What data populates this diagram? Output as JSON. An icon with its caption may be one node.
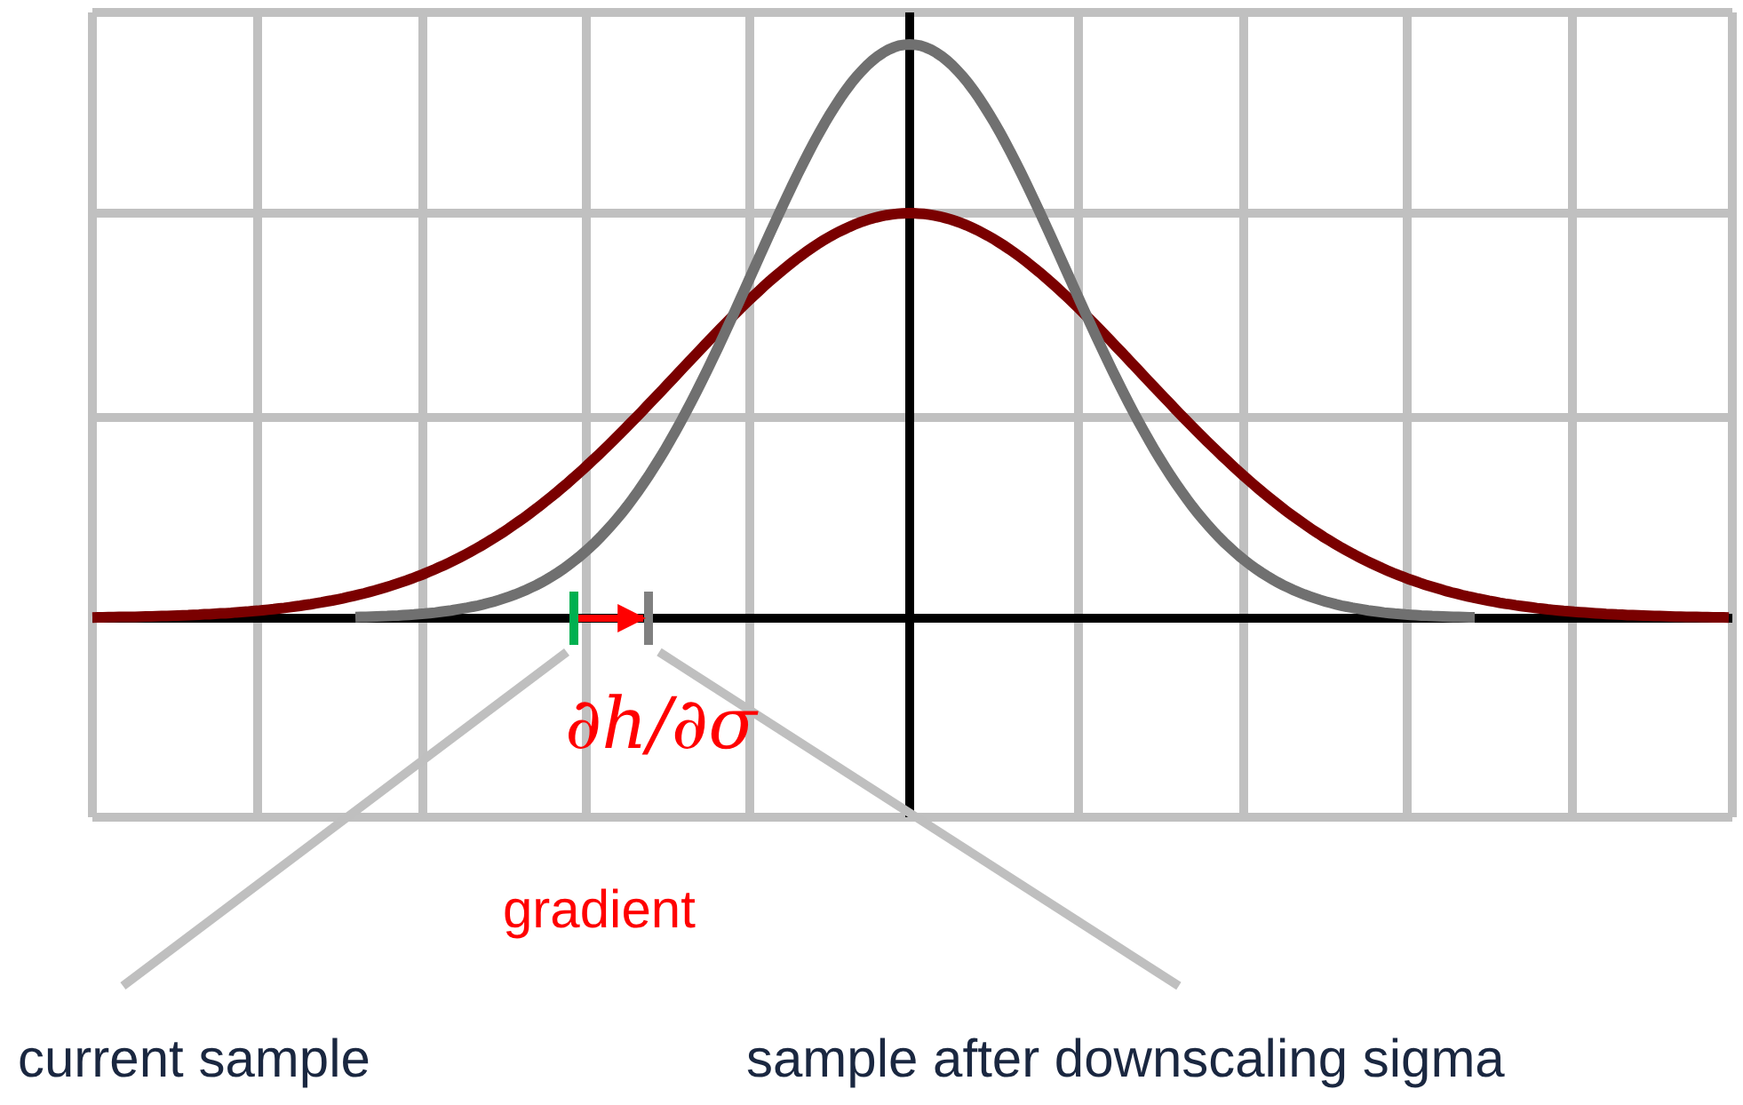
{
  "diagram": {
    "nodes": [
      {
        "text": [
          "current sample"
        ]
      },
      {
        "text": [],
        "shape": "bar"
      },
      {
        "text": [],
        "shape": "bar"
      },
      {
        "text": [
          "sample after downscaling sigma"
        ]
      }
    ],
    "edges": [
      {
        "from": 0,
        "to": 1,
        "arrow": "none",
        "color": "#bfbfbf"
      },
      {
        "from": 3,
        "to": 2,
        "arrow": "none",
        "color": "#bfbfbf"
      },
      {
        "from": 1,
        "to": 2,
        "arrow": "to",
        "color": "#ff0000"
      }
    ],
    "labels": [
      "∂h/∂σ",
      "gradient"
    ]
  }
}
